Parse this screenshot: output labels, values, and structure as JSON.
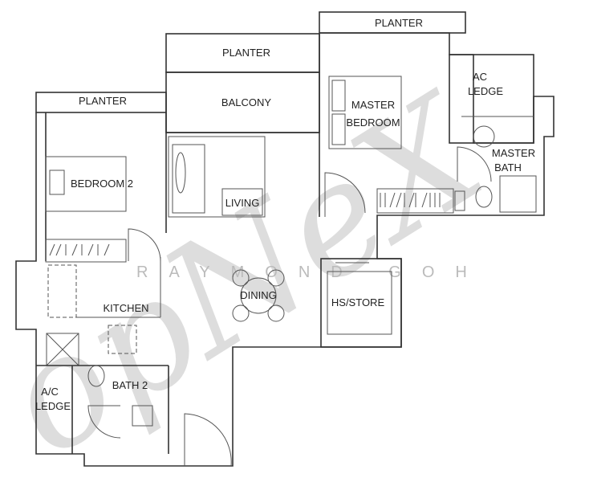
{
  "rooms": {
    "planter_top_right": "PLANTER",
    "planter_mid": "PLANTER",
    "balcony": "BALCONY",
    "planter_left": "PLANTER",
    "bedroom2": "BEDROOM 2",
    "living": "LIVING",
    "master_bedroom_1": "MASTER",
    "master_bedroom_2": "BEDROOM",
    "ac_ledge_1": "AC",
    "ac_ledge_2": "LEDGE",
    "master_bath_1": "MASTER",
    "master_bath_2": "BATH",
    "kitchen": "KITCHEN",
    "dining": "DINING",
    "hs_store": "HS/STORE",
    "ac_ledge_left_1": "A/C",
    "ac_ledge_left_2": "LEDGE",
    "bath2": "BATH 2"
  },
  "watermark": {
    "logo": "opNeX",
    "credit": "RAYMOND GOH"
  }
}
